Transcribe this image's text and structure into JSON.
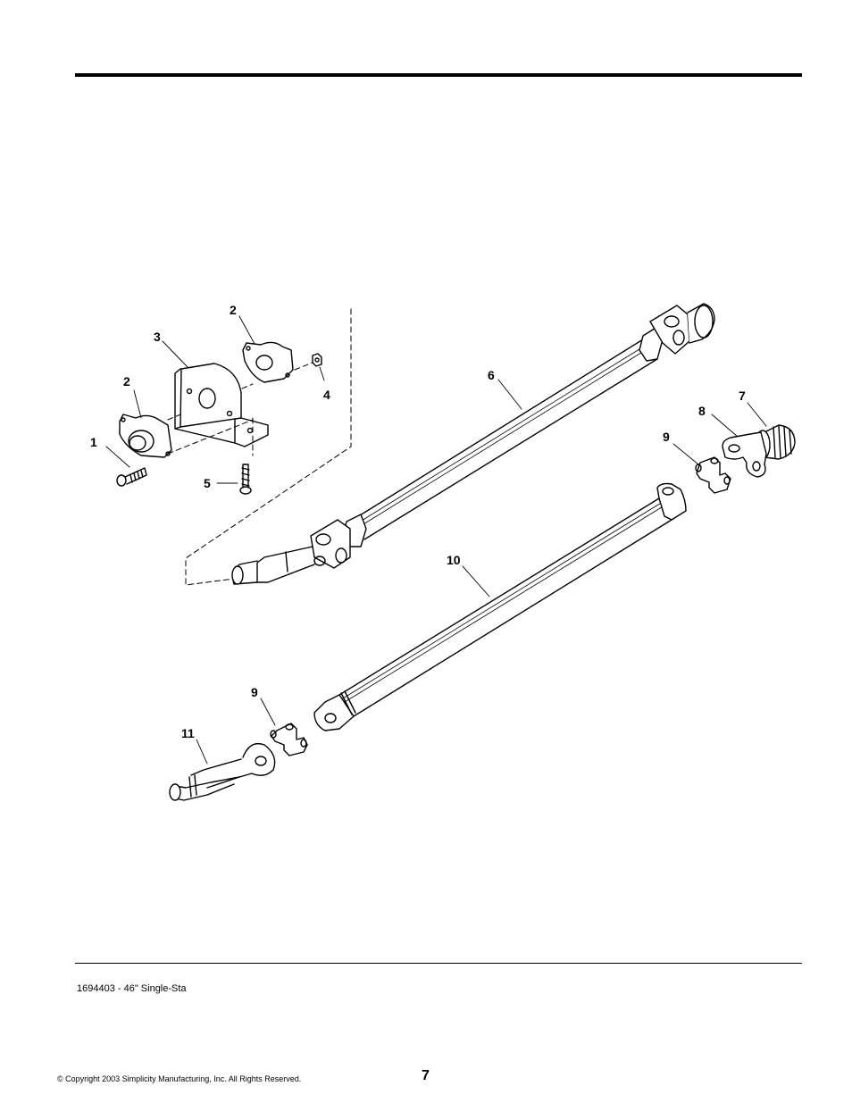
{
  "callouts": {
    "c1": "1",
    "c2a": "2",
    "c2b": "2",
    "c3": "3",
    "c4": "4",
    "c5": "5",
    "c6": "6",
    "c7": "7",
    "c8": "8",
    "c9a": "9",
    "c9b": "9",
    "c10": "10",
    "c11": "11"
  },
  "footer": {
    "doc_ref": "1694403 - 46\" Single-Sta",
    "copyright": "© Copyright 2003 Simplicity Manufacturing, Inc. All Rights Reserved.",
    "page_number": "7"
  }
}
